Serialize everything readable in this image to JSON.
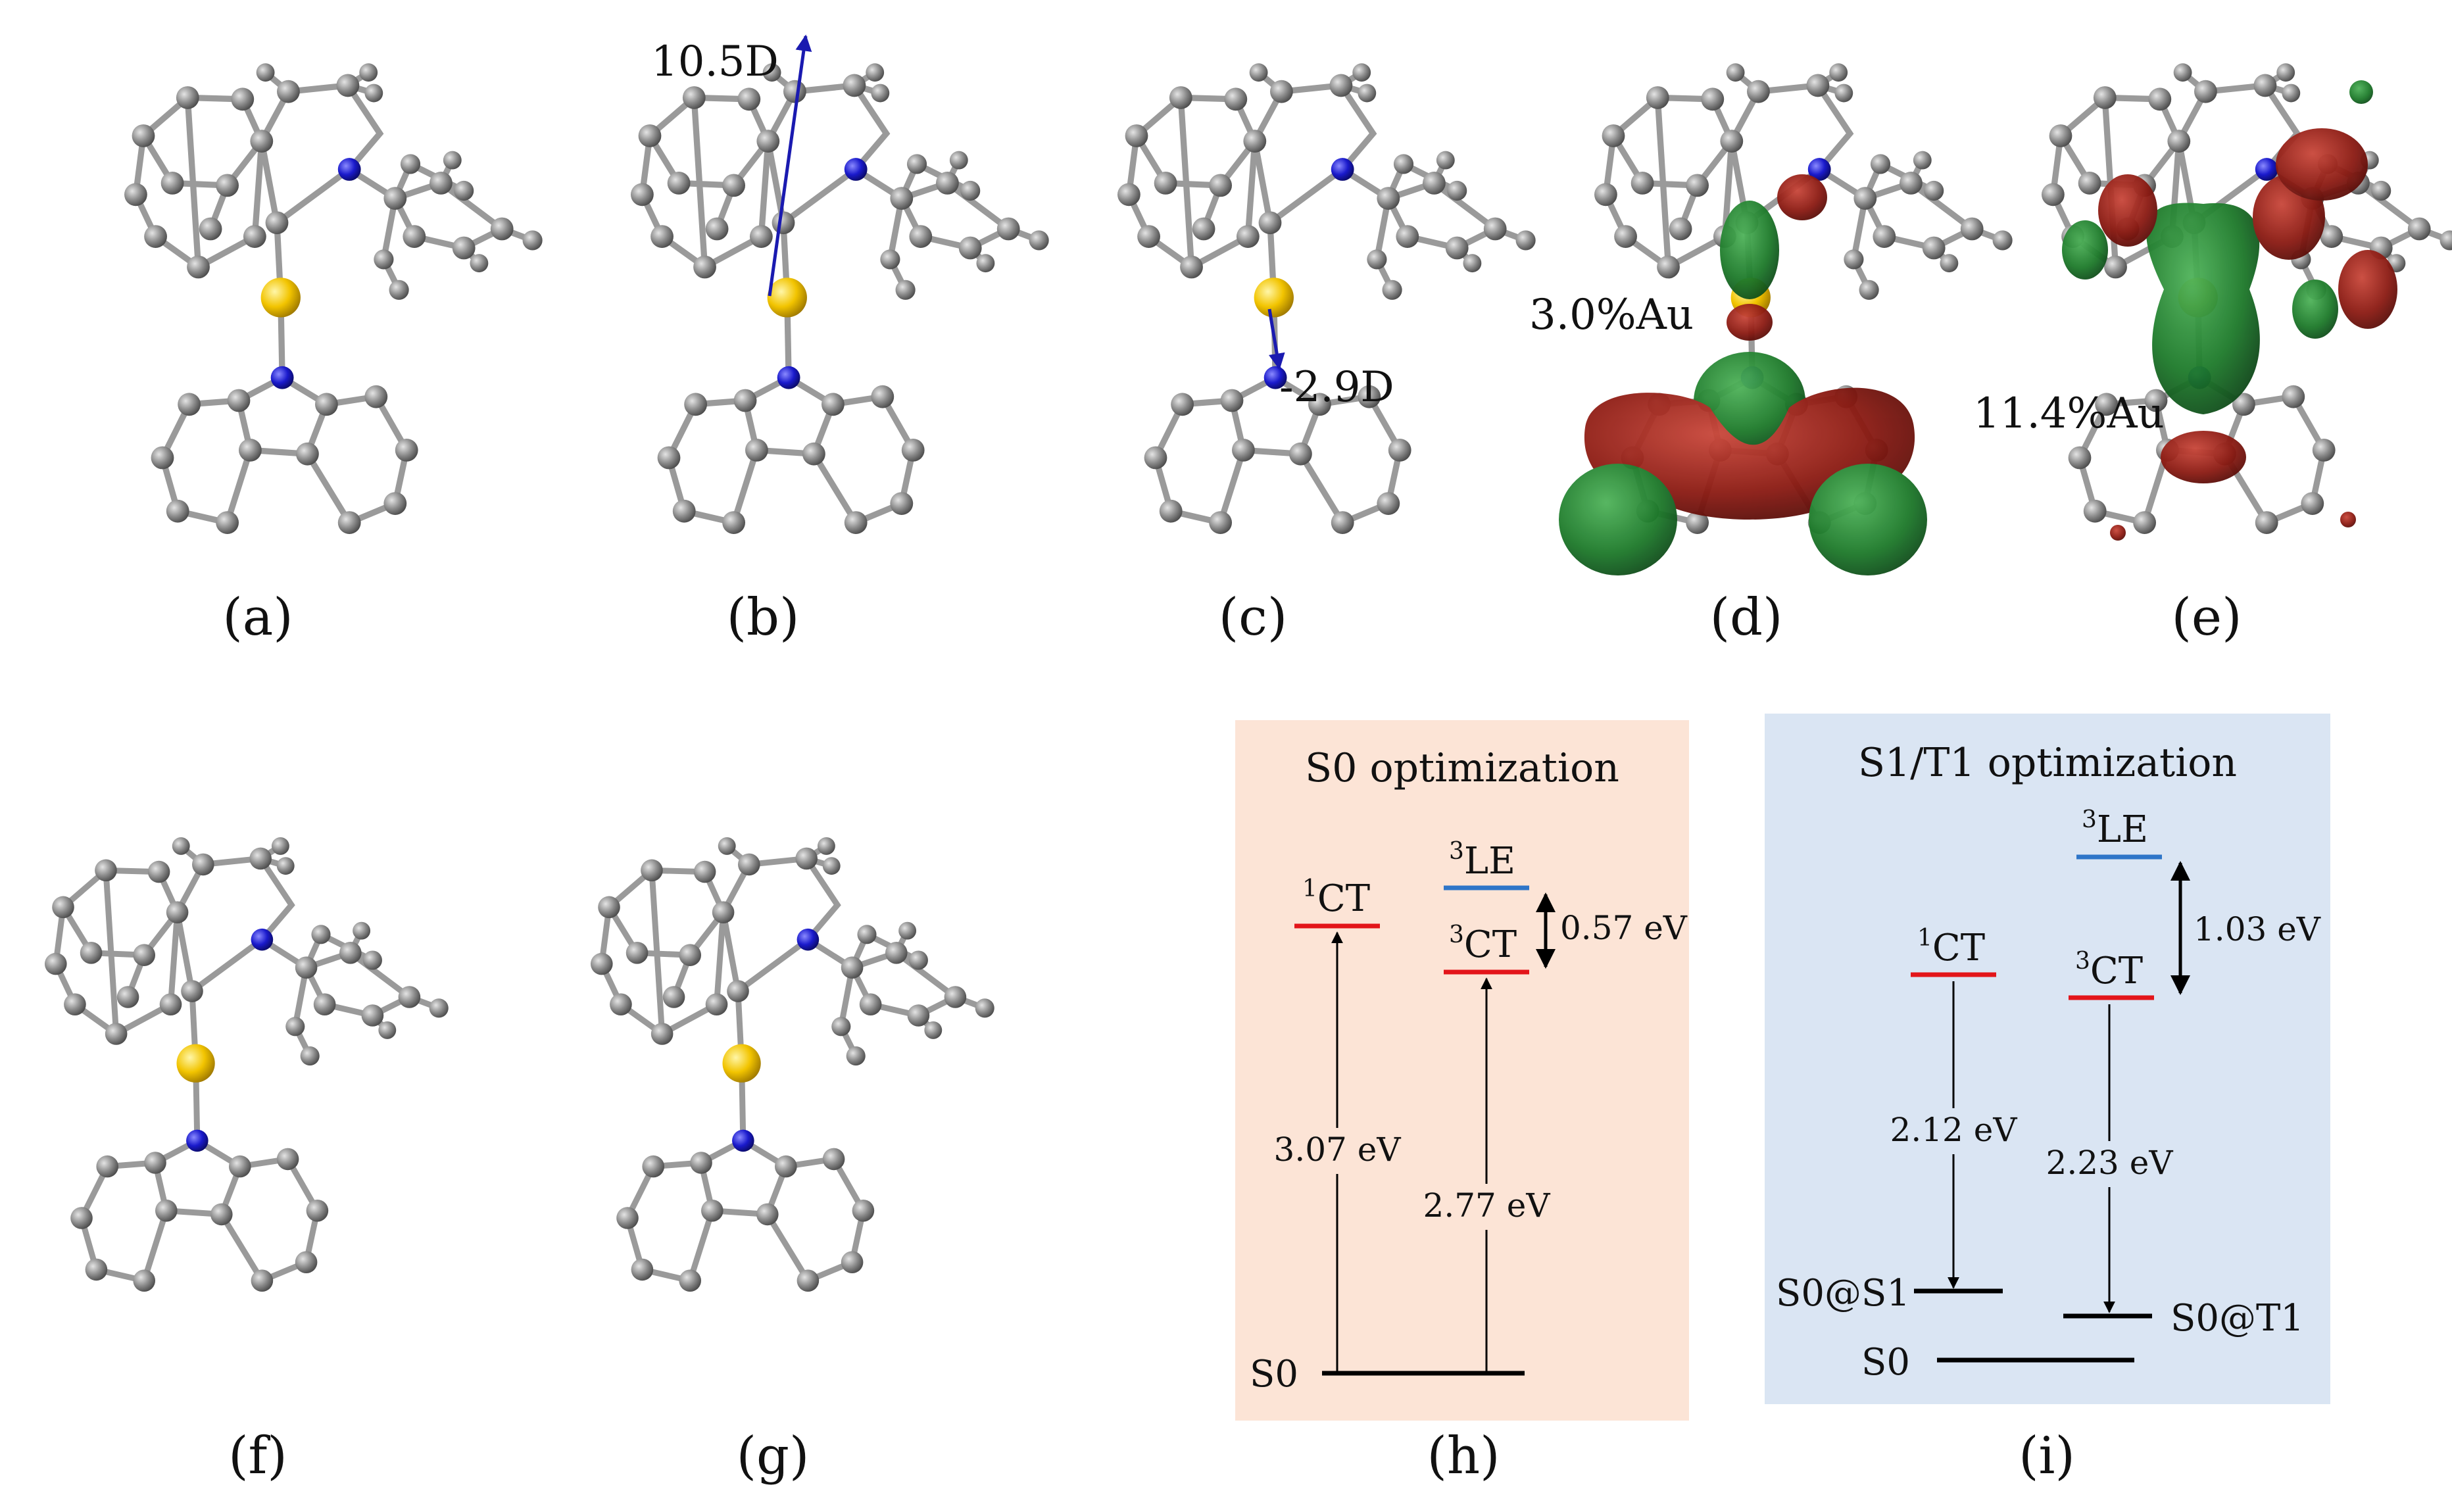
{
  "figure": {
    "captions": [
      "(a)",
      "(b)",
      "(c)",
      "(d)",
      "(e)",
      "(f)",
      "(g)",
      "(h)",
      "(i)"
    ],
    "annotations": {
      "b_dipole": "10.5D",
      "c_dipole": "-2.9D",
      "d_au": "3.0%Au",
      "e_au": "11.4%Au"
    },
    "colors": {
      "atom_carbon": "#8a8a8a",
      "atom_nitrogen": "#1a1acc",
      "atom_gold": "#f2c400",
      "bond": "#9a9a9a",
      "dipole_arrow": "#1a1ab0",
      "orbital_green": "#1d7a2a",
      "orbital_red": "#8b1a12",
      "panel_h_bg": "#fce4d6",
      "panel_i_bg": "#dae5f3",
      "level_ct": "#e3151a",
      "level_le": "#2e75c8",
      "level_ground": "#000000"
    }
  },
  "panel_h": {
    "title": "S0 optimization",
    "ct1": {
      "sup": "1",
      "label": "CT"
    },
    "le3": {
      "sup": "3",
      "label": "LE"
    },
    "ct3": {
      "sup": "3",
      "label": "CT"
    },
    "gap": "0.57 eV",
    "e1": "3.07 eV",
    "e2": "2.77 eV",
    "ground": "S0"
  },
  "panel_i": {
    "title": "S1/T1 optimization",
    "le3": {
      "sup": "3",
      "label": "LE"
    },
    "ct1": {
      "sup": "1",
      "label": "CT"
    },
    "ct3": {
      "sup": "3",
      "label": "CT"
    },
    "gap": "1.03 eV",
    "e1": "2.12 eV",
    "e2": "2.23 eV",
    "s0_s1": "S0@S1",
    "s0_t1": "S0@T1",
    "ground": "S0"
  }
}
